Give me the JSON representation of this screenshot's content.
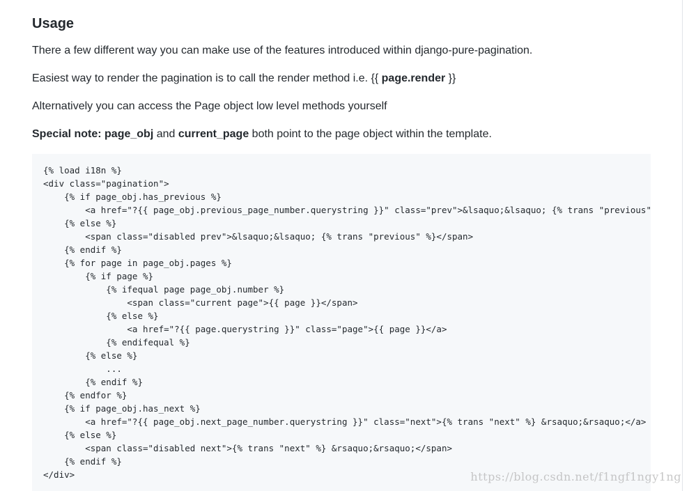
{
  "section": {
    "heading": "Usage",
    "p1": "There a few different way you can make use of the features introduced within django-pure-pagination.",
    "p2": {
      "text": "Easiest way to render the pagination is to call the render method i.e. ",
      "open": "{{ ",
      "bold": "page.render",
      "close": " }}"
    },
    "p3": "Alternatively you can access the Page object low level methods yourself",
    "p4": {
      "bold1": "Special note: page_obj",
      "mid1": " and ",
      "bold2": "current_page",
      "rest": " both point to the page object within the template."
    }
  },
  "code": [
    "{% load i18n %}",
    "<div class=\"pagination\">",
    "    {% if page_obj.has_previous %}",
    "        <a href=\"?{{ page_obj.previous_page_number.querystring }}\" class=\"prev\">&lsaquo;&lsaquo; {% trans \"previous\" %}</a>",
    "    {% else %}",
    "        <span class=\"disabled prev\">&lsaquo;&lsaquo; {% trans \"previous\" %}</span>",
    "    {% endif %}",
    "    {% for page in page_obj.pages %}",
    "        {% if page %}",
    "            {% ifequal page page_obj.number %}",
    "                <span class=\"current page\">{{ page }}</span>",
    "            {% else %}",
    "                <a href=\"?{{ page.querystring }}\" class=\"page\">{{ page }}</a>",
    "            {% endifequal %}",
    "        {% else %}",
    "            ...",
    "        {% endif %}",
    "    {% endfor %}",
    "    {% if page_obj.has_next %}",
    "        <a href=\"?{{ page_obj.next_page_number.querystring }}\" class=\"next\">{% trans \"next\" %} &rsaquo;&rsaquo;</a>",
    "    {% else %}",
    "        <span class=\"disabled next\">{% trans \"next\" %} &rsaquo;&rsaquo;</span>",
    "    {% endif %}",
    "</div>"
  ],
  "watermark": "https://blog.csdn.net/f1ngf1ngy1ng"
}
